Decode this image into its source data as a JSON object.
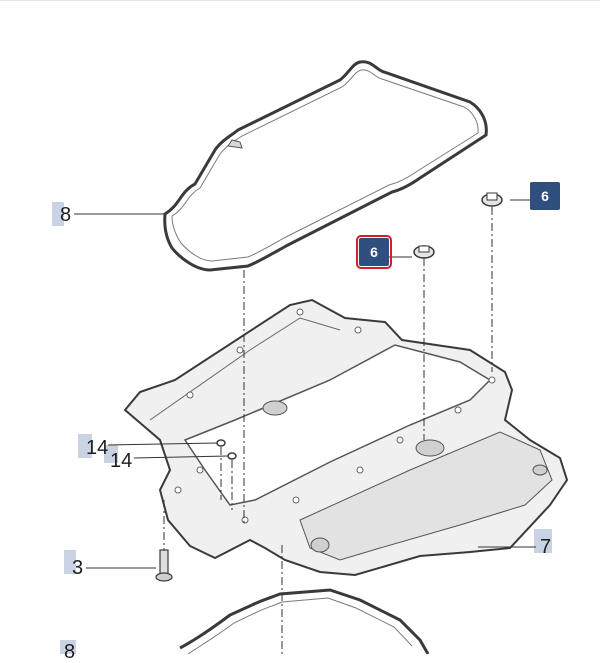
{
  "colors": {
    "badge": "#2f4f7f",
    "badge_selected_border": "#d31f2a",
    "label_highlight": "#c9d3e4",
    "line": "#333333",
    "part_outline": "#3a3a3a",
    "part_fill": "#f0f0f0"
  },
  "callouts": {
    "gasket_upper": "8",
    "washer_a": "14",
    "washer_b": "14",
    "bolt": "3",
    "oil_pan": "7",
    "gasket_lower": "8"
  },
  "badges": {
    "plug_left": "6",
    "plug_right": "6"
  },
  "selected_badge": "plug_left"
}
